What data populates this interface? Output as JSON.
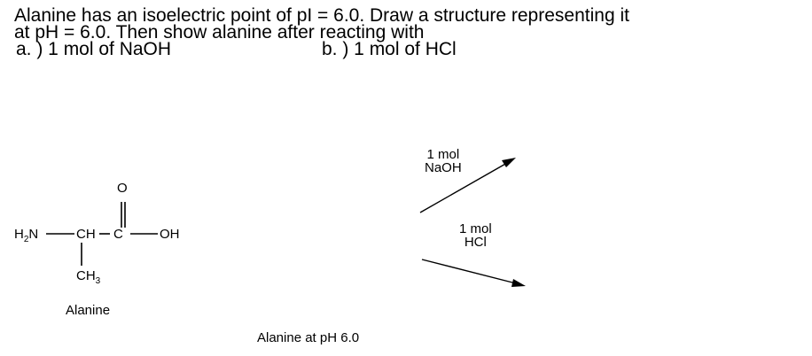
{
  "question": {
    "line1": "Alanine has an isoelectric point of pI = 6.0.  Draw a structure representing it",
    "line2": "at pH = 6.0. Then show alanine after reacting with",
    "part_a": "a. ) 1 mol of NaOH",
    "part_b": "b. ) 1 mol of HCl"
  },
  "structure": {
    "amine": "H",
    "amine_sub": "2",
    "amine_n": "N",
    "ch": "CH",
    "c": "C",
    "o": "O",
    "oh": "OH",
    "methyl": "CH",
    "methyl_sub": "3",
    "caption": "Alanine"
  },
  "reaction_a": {
    "line1": "1 mol",
    "line2": "NaOH"
  },
  "reaction_b": {
    "line1": "1 mol",
    "line2": "HCl"
  },
  "zwitterion_caption": "Alanine at pH 6.0"
}
